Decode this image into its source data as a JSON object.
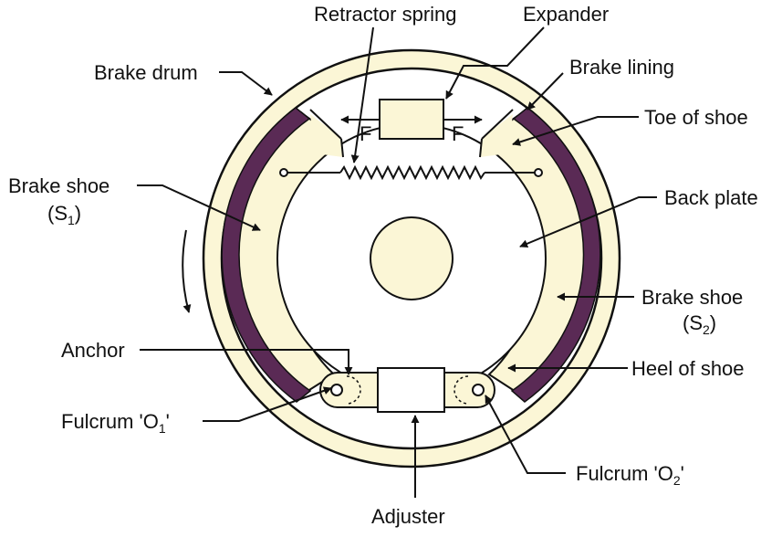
{
  "labels": {
    "retractor_spring": "Retractor spring",
    "expander": "Expander",
    "brake_drum": "Brake drum",
    "brake_lining": "Brake lining",
    "toe_of_shoe": "Toe of shoe",
    "brake_shoe_s1_line1": "Brake shoe",
    "brake_shoe_s1_line2_pre": "(S",
    "brake_shoe_s1_sub": "1",
    "brake_shoe_s1_line2_post": ")",
    "back_plate": "Back plate",
    "brake_shoe_s2_line1": "Brake shoe",
    "brake_shoe_s2_line2_pre": "(S",
    "brake_shoe_s2_sub": "2",
    "brake_shoe_s2_line2_post": ")",
    "anchor": "Anchor",
    "heel_of_shoe": "Heel of shoe",
    "fulcrum_o1_pre": "Fulcrum 'O",
    "fulcrum_o1_sub": "1",
    "fulcrum_o1_post": "'",
    "fulcrum_o2_pre": "Fulcrum 'O",
    "fulcrum_o2_sub": "2",
    "fulcrum_o2_post": "'",
    "adjuster": "Adjuster",
    "force_left": "F",
    "force_right": "F"
  },
  "colors": {
    "shoe_fill": "#fbf6d6",
    "lining": "#5a2a55",
    "ink": "#111111",
    "background": "#ffffff"
  }
}
